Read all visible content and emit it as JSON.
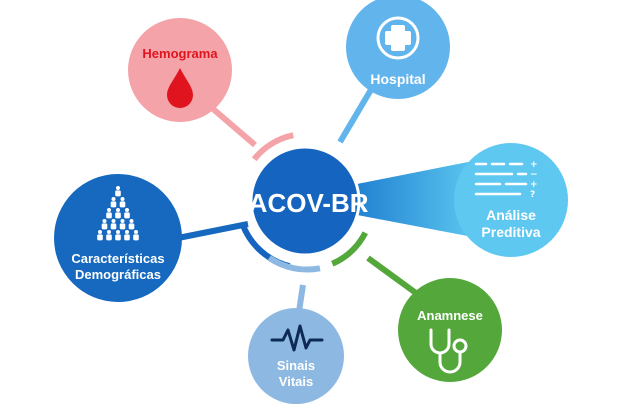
{
  "center": {
    "label": "IACOV-BR"
  },
  "nodes": {
    "hemograma": {
      "label": "Hemograma",
      "icon": "blood-drop-icon"
    },
    "hospital": {
      "label": "Hospital",
      "icon": "medical-cross-icon"
    },
    "analise": {
      "line1": "Análise",
      "line2": "Preditiva",
      "icon": "data-rows-icon"
    },
    "demograficas": {
      "line1": "Características",
      "line2": "Demográficas",
      "icon": "people-icon"
    },
    "sinais": {
      "line1": "Sinais",
      "line2": "Vitais",
      "icon": "pulse-icon"
    },
    "anamnese": {
      "label": "Anamnese",
      "icon": "stethoscope-icon"
    }
  },
  "colors": {
    "center": "#1565c0",
    "hemograma": "#f4a3a8",
    "hemograma_text": "#e0141e",
    "hospital": "#62b4ec",
    "analise": "#5ec8f0",
    "demograficas": "#1669bf",
    "sinais": "#8cb8e2",
    "anamnese": "#54a83b"
  }
}
